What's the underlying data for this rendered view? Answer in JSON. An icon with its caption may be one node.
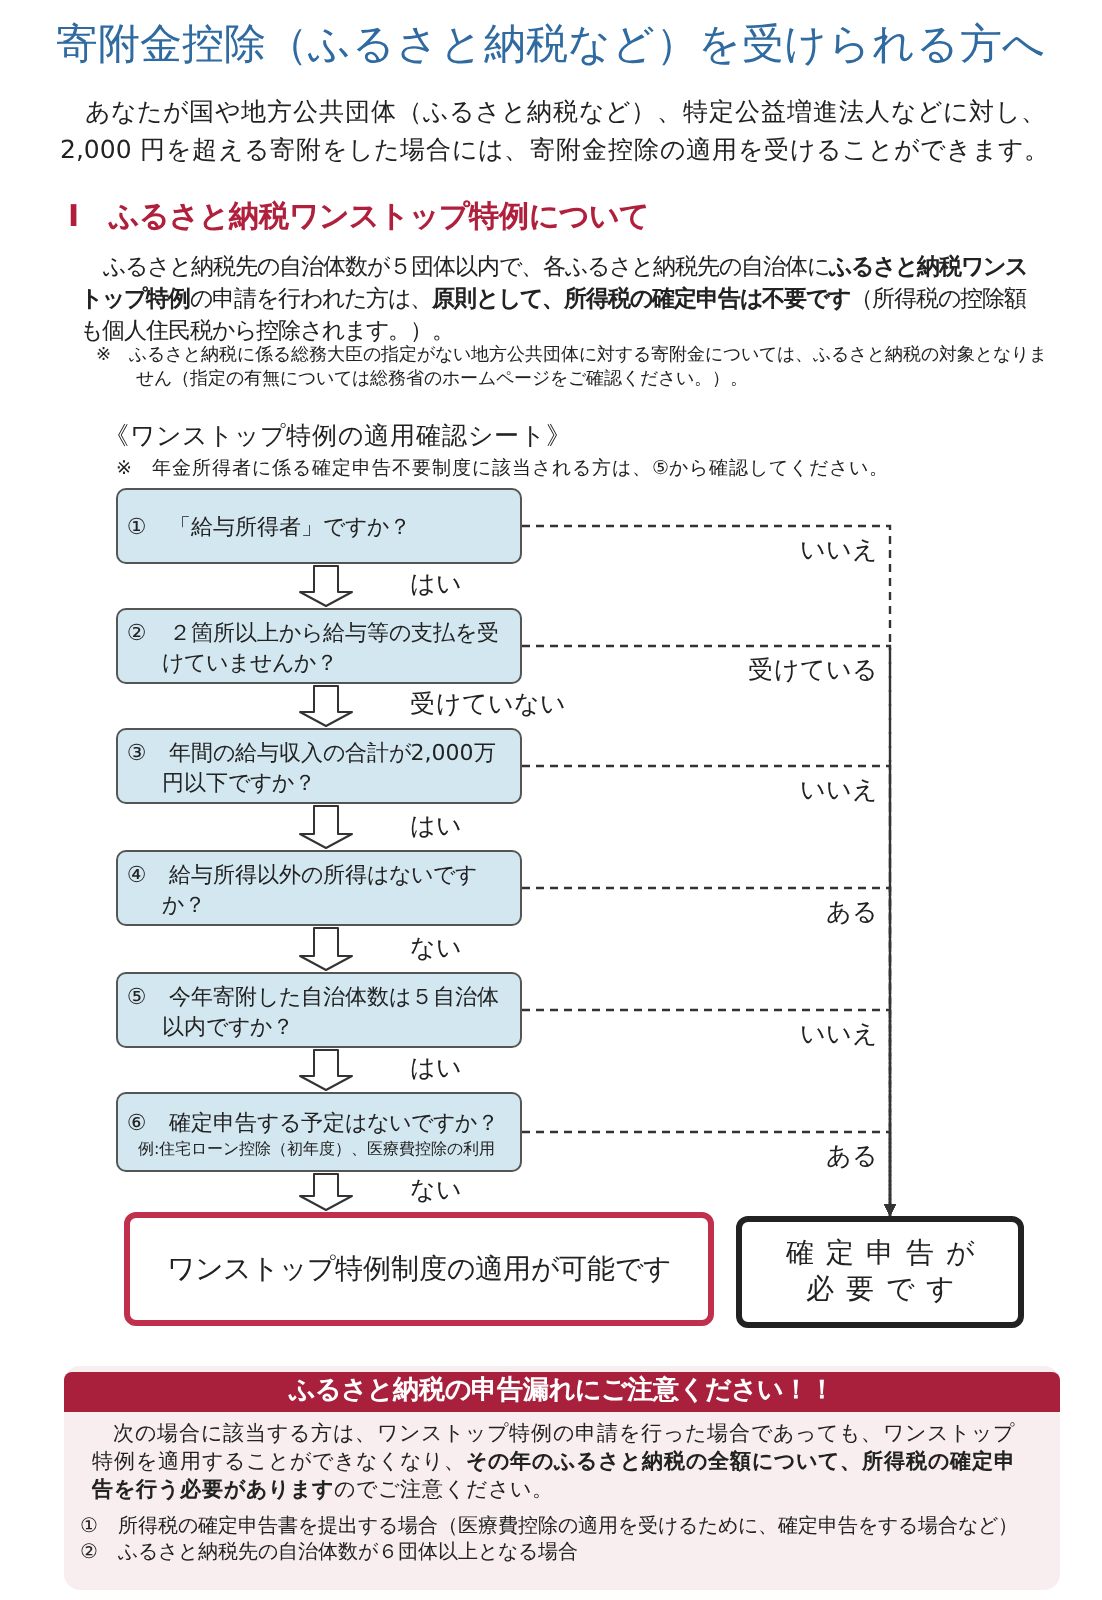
{
  "diagram": {
    "title": "寄附金控除（ふるさと納税など）を受けられる方へ",
    "nodes": [
      {
        "text": [
          "①　「給与所得者」ですか？"
        ]
      },
      {
        "text": [
          "②　２箇所以上から給与等の支払を受けていませんか？"
        ]
      },
      {
        "text": [
          "③　年間の給与収入の合計が2,000万円以下ですか？"
        ]
      },
      {
        "text": [
          "④　給与所得以外の所得はないですか？"
        ]
      },
      {
        "text": [
          "⑤　今年寄附した自治体数は５自治体以内ですか？"
        ]
      },
      {
        "text": [
          "⑥　確定申告する予定はないですか？",
          "例:住宅ローン控除（初年度）、医療費控除の利用"
        ]
      },
      {
        "text": [
          "ワンストップ特例制度の適用が可能です"
        ]
      },
      {
        "text": [
          "確定申告が必要です"
        ]
      },
      {
        "text": [
          "ふるさと納税の申告漏れにご注意ください！！",
          "次の場合に該当する方は、ワンストップ特例の申請を行った場合であっても、ワンストップ特例を適用することができなくなり、**その年のふるさと納税の全額について、所得税の確定申告を行う必要があります**のでご注意ください。",
          "①　所得税の確定申告書を提出する場合（医療費控除の適用を受けるために、確定申告をする場合など）",
          "②　ふるさと納税先の自治体数が６団体以上となる場合"
        ]
      }
    ],
    "edges": [
      {
        "from": 0,
        "to": 1,
        "arrow": "to",
        "label": "はい"
      },
      {
        "from": 1,
        "to": 2,
        "arrow": "to",
        "label": "受けていない"
      },
      {
        "from": 2,
        "to": 3,
        "arrow": "to",
        "label": "はい"
      },
      {
        "from": 3,
        "to": 4,
        "arrow": "to",
        "label": "ない"
      },
      {
        "from": 4,
        "to": 5,
        "arrow": "to",
        "label": "はい"
      },
      {
        "from": 5,
        "to": 6,
        "arrow": "to",
        "label": "ない"
      },
      {
        "from": 0,
        "to": 7,
        "arrow": "to",
        "label": "いいえ",
        "style": "dashed"
      },
      {
        "from": 1,
        "to": 7,
        "arrow": "to",
        "label": "受けている",
        "style": "dashed"
      },
      {
        "from": 2,
        "to": 7,
        "arrow": "to",
        "label": "いいえ",
        "style": "dashed"
      },
      {
        "from": 3,
        "to": 7,
        "arrow": "to",
        "label": "ある",
        "style": "dashed"
      },
      {
        "from": 4,
        "to": 7,
        "arrow": "to",
        "label": "いいえ",
        "style": "dashed"
      },
      {
        "from": 5,
        "to": 7,
        "arrow": "to",
        "label": "ある",
        "style": "dashed"
      }
    ],
    "labels": [
      "あなたが国や地方公共団体（ふるさと納税など）、特定公益増進法人などに対し、2,000 円を超える寄附をした場合には、寄附金控除の適用を受けることができます。",
      "Ⅰ　ふるさと納税ワンストップ特例について",
      "ふるさと納税先の自治体数が５団体以内で、各ふるさと納税先の自治体に**ふるさと納税ワンストップ特例**の申請を行われた方は、**原則として、所得税の確定申告は不要です**（所得税の控除額も個人住民税から控除されます。）。",
      "※　ふるさと納税に係る総務大臣の指定がない地方公共団体に対する寄附金については、ふるさと納税の対象となりません（指定の有無については総務省のホームページをご確認ください。）。",
      "《ワンストップ特例の適用確認シート》",
      "※　年金所得者に係る確定申告不要制度に該当される方は、⑤から確認してください。"
    ]
  }
}
